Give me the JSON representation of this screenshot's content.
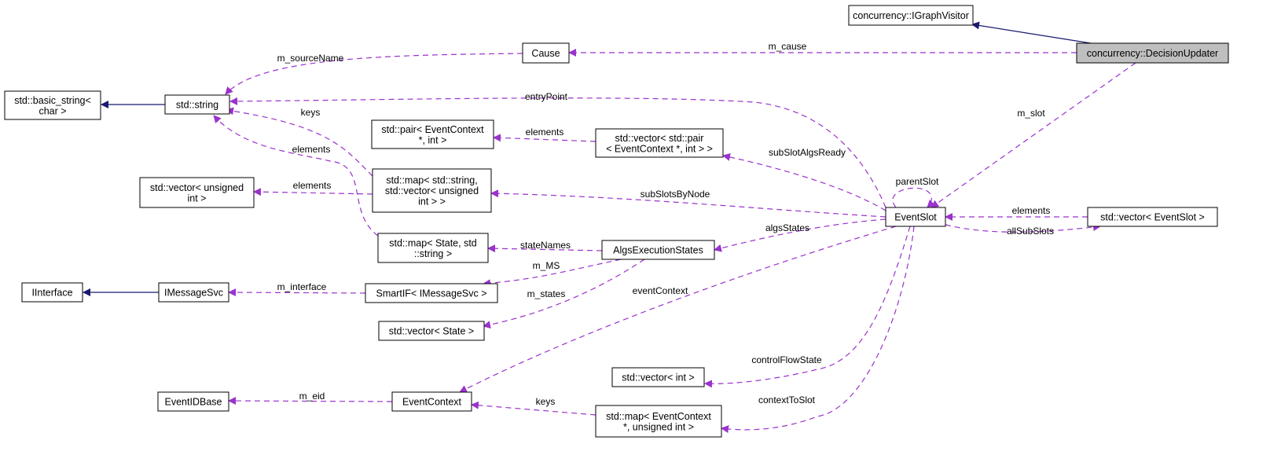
{
  "colors": {
    "usage_edge": "#9a32cd",
    "inheritance_edge": "#191970",
    "node_fill": "#ffffff",
    "highlight_fill": "#bfbfbf",
    "text": "#000000"
  },
  "nodes": [
    {
      "id": "decision_updater",
      "lines": [
        "concurrency::DecisionUpdater"
      ],
      "highlight": true
    },
    {
      "id": "igraph_visitor",
      "lines": [
        "concurrency::IGraphVisitor"
      ]
    },
    {
      "id": "cause",
      "lines": [
        "Cause"
      ]
    },
    {
      "id": "basic_string",
      "lines": [
        "std::basic_string<",
        "char >"
      ]
    },
    {
      "id": "string",
      "lines": [
        "std::string"
      ]
    },
    {
      "id": "pair_ec_int",
      "lines": [
        "std::pair< EventContext",
        "*, int >"
      ]
    },
    {
      "id": "vector_pair",
      "lines": [
        "std::vector< std::pair",
        "< EventContext *, int > >"
      ]
    },
    {
      "id": "vector_uint",
      "lines": [
        "std::vector< unsigned",
        "int >"
      ]
    },
    {
      "id": "map_string_vector",
      "lines": [
        "std::map< std::string,",
        "std::vector< unsigned",
        "int > >"
      ]
    },
    {
      "id": "map_state_string",
      "lines": [
        "std::map< State, std",
        "::string >"
      ]
    },
    {
      "id": "algs_execution_states",
      "lines": [
        "AlgsExecutionStates"
      ]
    },
    {
      "id": "event_slot",
      "lines": [
        "EventSlot"
      ]
    },
    {
      "id": "vector_event_slot",
      "lines": [
        "std::vector< EventSlot >"
      ]
    },
    {
      "id": "iinterface",
      "lines": [
        "IInterface"
      ]
    },
    {
      "id": "imessage_svc",
      "lines": [
        "IMessageSvc"
      ]
    },
    {
      "id": "smartif",
      "lines": [
        "SmartIF< IMessageSvc >"
      ]
    },
    {
      "id": "vector_state",
      "lines": [
        "std::vector< State >"
      ]
    },
    {
      "id": "vector_int",
      "lines": [
        "std::vector< int >"
      ]
    },
    {
      "id": "event_id_base",
      "lines": [
        "EventIDBase"
      ]
    },
    {
      "id": "event_context",
      "lines": [
        "EventContext"
      ]
    },
    {
      "id": "map_ec_uint",
      "lines": [
        "std::map< EventContext",
        "*, unsigned int >"
      ]
    }
  ],
  "edges": [
    {
      "id": "e_inherit_visitor",
      "kind": "inheritance",
      "label": ""
    },
    {
      "id": "e_m_cause",
      "kind": "usage",
      "label": "m_cause"
    },
    {
      "id": "e_m_sourcename",
      "kind": "usage",
      "label": "m_sourceName"
    },
    {
      "id": "e_inherit_basic_string",
      "kind": "inheritance",
      "label": ""
    },
    {
      "id": "e_m_slot",
      "kind": "usage",
      "label": "m_slot"
    },
    {
      "id": "e_entrypoint",
      "kind": "usage",
      "label": "entryPoint"
    },
    {
      "id": "e_keys_map_string",
      "kind": "usage",
      "label": "keys"
    },
    {
      "id": "e_elements_map_state",
      "kind": "usage",
      "label": "elements"
    },
    {
      "id": "e_elements_pair",
      "kind": "usage",
      "label": "elements"
    },
    {
      "id": "e_subslotalgsready",
      "kind": "usage",
      "label": "subSlotAlgsReady"
    },
    {
      "id": "e_elements_vector_uint",
      "kind": "usage",
      "label": "elements"
    },
    {
      "id": "e_subslotsbynode",
      "kind": "usage",
      "label": "subSlotsByNode"
    },
    {
      "id": "e_parentslot",
      "kind": "usage",
      "label": "parentSlot"
    },
    {
      "id": "e_elements_event_slot",
      "kind": "usage",
      "label": "elements"
    },
    {
      "id": "e_allsubslots",
      "kind": "usage",
      "label": "allSubSlots"
    },
    {
      "id": "e_algsstates",
      "kind": "usage",
      "label": "algsStates"
    },
    {
      "id": "e_statenames",
      "kind": "usage",
      "label": "stateNames"
    },
    {
      "id": "e_m_ms",
      "kind": "usage",
      "label": "m_MS"
    },
    {
      "id": "e_m_states",
      "kind": "usage",
      "label": "m_states"
    },
    {
      "id": "e_inherit_iinterface",
      "kind": "inheritance",
      "label": ""
    },
    {
      "id": "e_m_interface",
      "kind": "usage",
      "label": "m_interface"
    },
    {
      "id": "e_eventcontext",
      "kind": "usage",
      "label": "eventContext"
    },
    {
      "id": "e_controlflowstate",
      "kind": "usage",
      "label": "controlFlowState"
    },
    {
      "id": "e_contexttoslot",
      "kind": "usage",
      "label": "contextToSlot"
    },
    {
      "id": "e_m_eid",
      "kind": "usage",
      "label": "m_eid"
    },
    {
      "id": "e_keys_map_ec",
      "kind": "usage",
      "label": "keys"
    }
  ]
}
